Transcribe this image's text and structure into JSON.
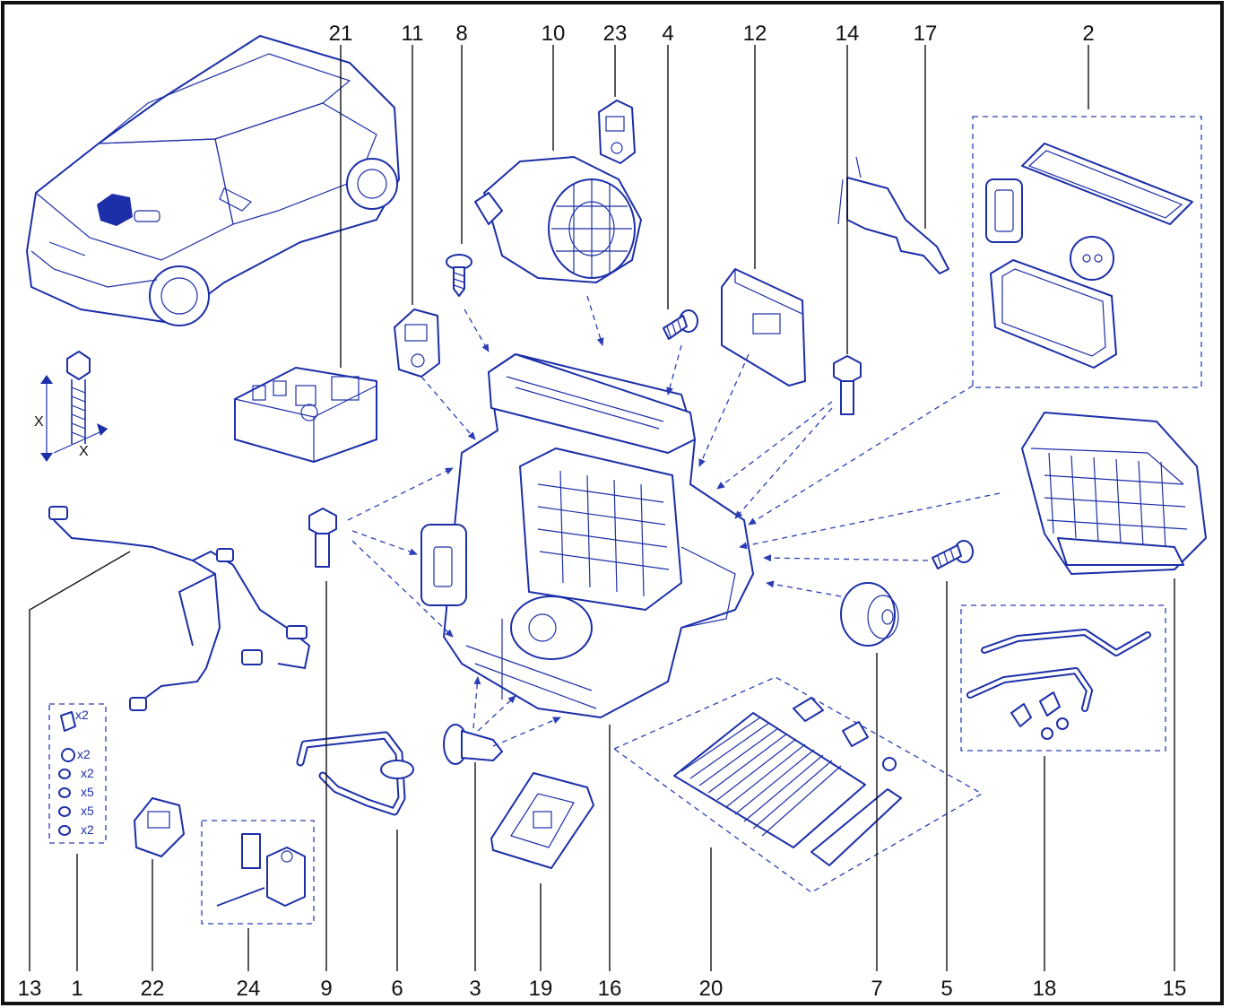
{
  "diagram": {
    "top_labels": [
      "21",
      "11",
      "8",
      "10",
      "23",
      "4",
      "12",
      "14",
      "17",
      "2"
    ],
    "bottom_labels": [
      "13",
      "1",
      "22",
      "24",
      "9",
      "6",
      "3",
      "19",
      "16",
      "20",
      "7",
      "5",
      "18",
      "15"
    ],
    "kit_quantities": [
      "x2",
      "x2",
      "x2",
      "x5",
      "x5",
      "x2"
    ],
    "dimension_label": "X",
    "colors": {
      "line_art": "#1c2fa8",
      "dashed": "#2b3db5",
      "frame": "#111111",
      "background": "#ffffff"
    }
  }
}
